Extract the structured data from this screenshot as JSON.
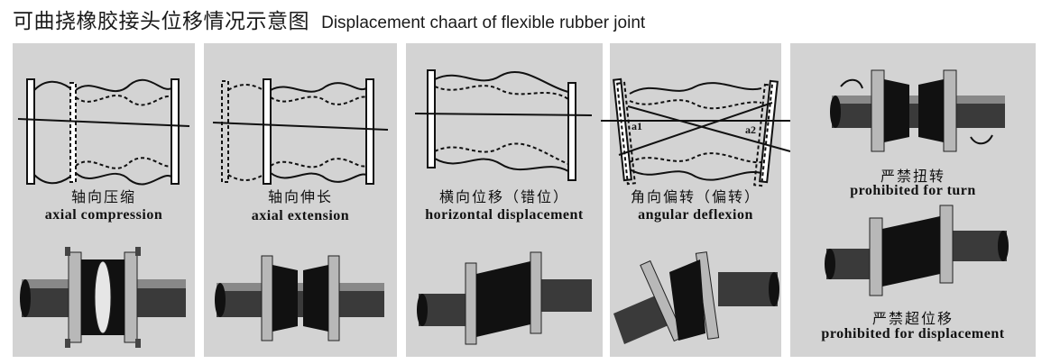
{
  "title": {
    "zh": "可曲挠橡胶接头位移情况示意图",
    "en": "Displacement chaart of flexible rubber joint"
  },
  "panels": [
    {
      "zh": "轴向压缩",
      "en": "axial compression"
    },
    {
      "zh": "轴向伸长",
      "en": "axial extension"
    },
    {
      "zh": "横向位移（错位）",
      "en": "horizontal displacement"
    },
    {
      "zh": "角向偏转（偏转）",
      "en": "angular deflexion",
      "angle_labels": [
        "a1",
        "a2"
      ]
    },
    {
      "zh_top": "严禁扭转",
      "en_top": "prohibited for turn",
      "zh_bottom": "严禁超位移",
      "en_bottom": "prohibited for displacement"
    }
  ]
}
